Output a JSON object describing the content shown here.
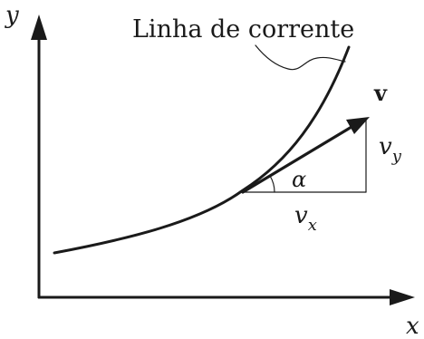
{
  "diagram": {
    "axis_y_label": "y",
    "axis_x_label": "x",
    "streamline_label": "Linha de corrente",
    "velocity_label": "v",
    "vy_label": "v",
    "vy_subscript": "y",
    "vx_label": "v",
    "vx_subscript": "x",
    "angle_label": "α",
    "colors": {
      "ink": "#1a1a1a",
      "background": "#ffffff"
    }
  }
}
